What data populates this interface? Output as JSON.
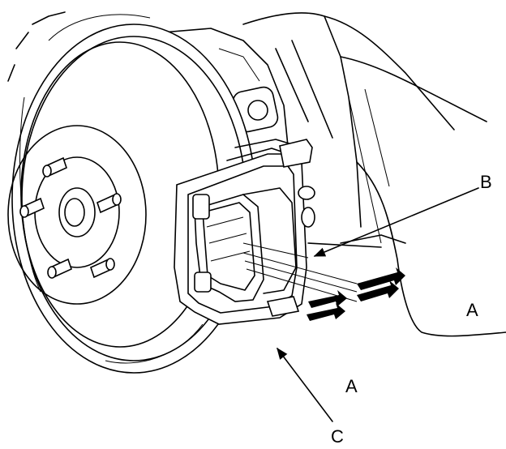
{
  "callouts": {
    "b": "B",
    "a_right": "A",
    "a_bottom": "A",
    "c": "C"
  }
}
